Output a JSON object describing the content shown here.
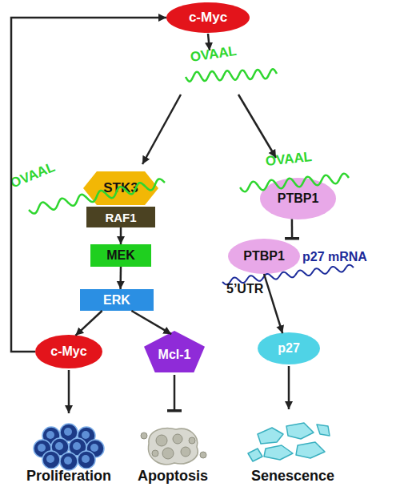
{
  "diagram": {
    "nodes": [
      {
        "text": [
          "c-Myc"
        ]
      },
      {
        "text": [
          "STK3"
        ]
      },
      {
        "text": [
          "RAF1"
        ]
      },
      {
        "text": [
          "PTBP1"
        ]
      },
      {
        "text": [
          "MEK"
        ]
      },
      {
        "text": [
          "PTBP1"
        ]
      },
      {
        "text": [
          "ERK"
        ]
      },
      {
        "text": [
          "c-Myc"
        ]
      },
      {
        "text": [
          "Mcl-1"
        ]
      },
      {
        "text": [
          "p27"
        ]
      }
    ],
    "edges": [
      {
        "from": 2,
        "to": 4,
        "arrow": "to"
      },
      {
        "from": 4,
        "to": 6,
        "arrow": "to"
      },
      {
        "from": 3,
        "to": 5,
        "arrow": "to"
      },
      {
        "from": 6,
        "to": 7,
        "arrow": "to"
      },
      {
        "from": 6,
        "to": 8,
        "arrow": "to"
      },
      {
        "from": 5,
        "to": 9,
        "arrow": "to"
      },
      {
        "from": 7,
        "to": 0,
        "arrow": "to"
      }
    ],
    "labels": [
      "OVAAL",
      "OVAAL",
      "OVAAL",
      "p27 mRNA",
      "5’UTR",
      "Proliferation",
      "Apoptosis",
      "Senescence"
    ]
  }
}
